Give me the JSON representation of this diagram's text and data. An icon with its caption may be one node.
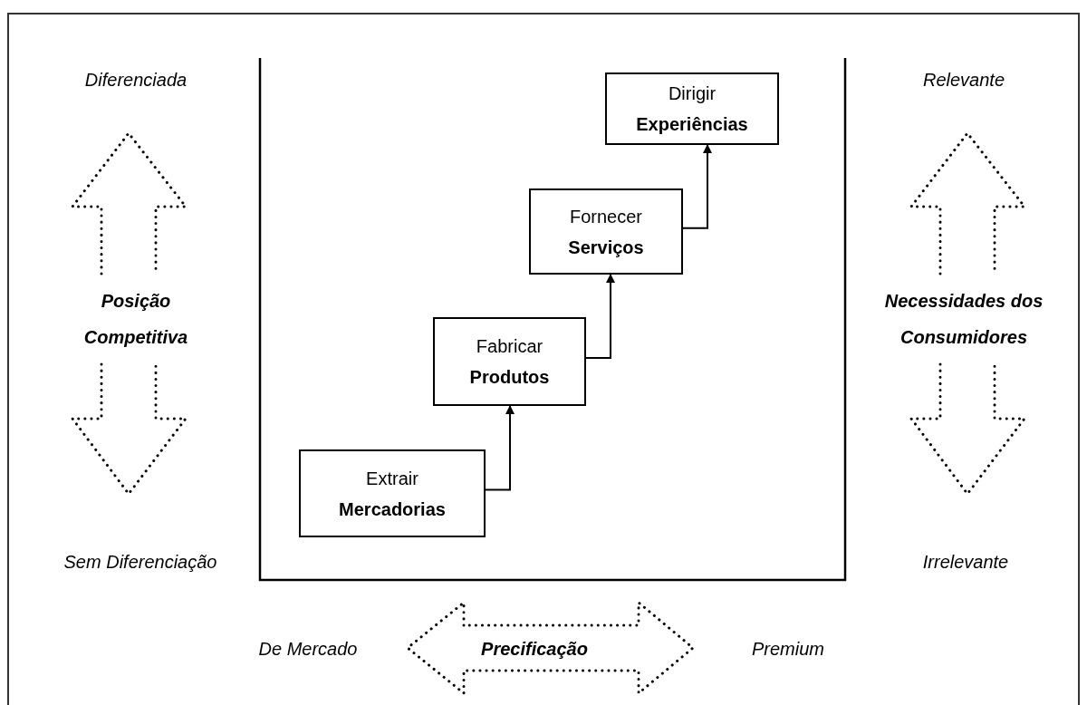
{
  "diagram": {
    "nodes": [
      {
        "text": [
          "Extrair",
          "Mercadorias"
        ]
      },
      {
        "text": [
          "Fabricar",
          "Produtos"
        ]
      },
      {
        "text": [
          "Fornecer",
          "Serviços"
        ]
      },
      {
        "text": [
          "Dirigir",
          "Experiências"
        ]
      }
    ],
    "edges": [
      {
        "from": 0,
        "to": 1,
        "arrow": "to"
      },
      {
        "from": 1,
        "to": 2,
        "arrow": "to"
      },
      {
        "from": 2,
        "to": 3,
        "arrow": "to"
      }
    ],
    "labels": [
      "Diferenciada",
      "Relevante",
      "Posição Competitiva",
      "Necessidades dos Consumidores",
      "Sem Diferenciação",
      "Irrelevante",
      "De Mercado",
      "Precificação",
      "Premium"
    ]
  }
}
